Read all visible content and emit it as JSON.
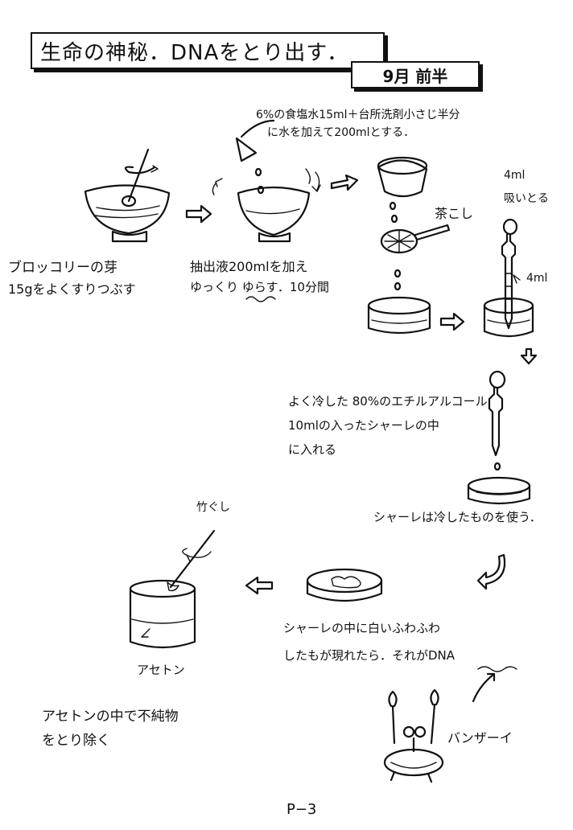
{
  "title": "生命の神秘．DNAをとり出す．",
  "date": "9月 前半",
  "steps": {
    "prep_line1": "6%の食塩水15ml＋台所洗剤小さじ半分",
    "prep_line2": "に水を加えて200mlとする．",
    "step1_line1": "ブロッコリーの芽",
    "step1_line2": "15gをよくすりつぶす",
    "step2_line1": "抽出液200mlを加え",
    "step2_line2": "ゆっくり ゆらす．10分間",
    "strainer_label": "茶こし",
    "suck_line1": "4ml",
    "suck_line2": "吸いとる",
    "pipette_mark": "4ml",
    "step3_line1": "よく冷した 80%のエチルアルコール",
    "step3_line2": "10mlの入ったシャーレの中",
    "step3_line3": "に入れる",
    "cold_note": "シャーレは冷したものを使う．",
    "dna_line1": "シャーレの中に白いふわふわ",
    "dna_line2": "したもが現れたら．それがDNA",
    "banzai": "バンザーイ",
    "stick_label": "竹ぐし",
    "acetone_label": "アセトン",
    "final_line1": "アセトンの中で不純物",
    "final_line2": "をとり除く"
  },
  "page_number": "P−3"
}
